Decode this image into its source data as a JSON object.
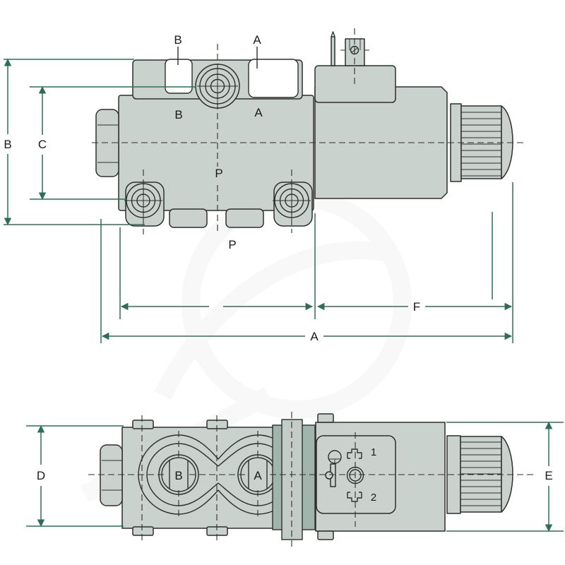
{
  "colors": {
    "background": "#ffffff",
    "body_fill": "#cad2ce",
    "casting_shade_fill": "#a0b5ab",
    "plate_fill": "#c3ccc7",
    "outline": "#2f2f2f",
    "dimension_line": "#2d6e58",
    "label_text": "#1a1a1a"
  },
  "top_view": {
    "leader_b": "B",
    "leader_a": "A",
    "face_b": "B",
    "face_a": "A",
    "p_center": "P",
    "p_bottom": "P",
    "dim_height": "B",
    "dim_port_span": "C",
    "dim_solenoid_length": "F",
    "dim_overall_length": "A"
  },
  "bottom_view": {
    "port_b": "B",
    "port_a": "A",
    "dim_body_width": "D",
    "dim_solenoid_width": "E",
    "terminal_1": "1",
    "terminal_2": "2"
  }
}
